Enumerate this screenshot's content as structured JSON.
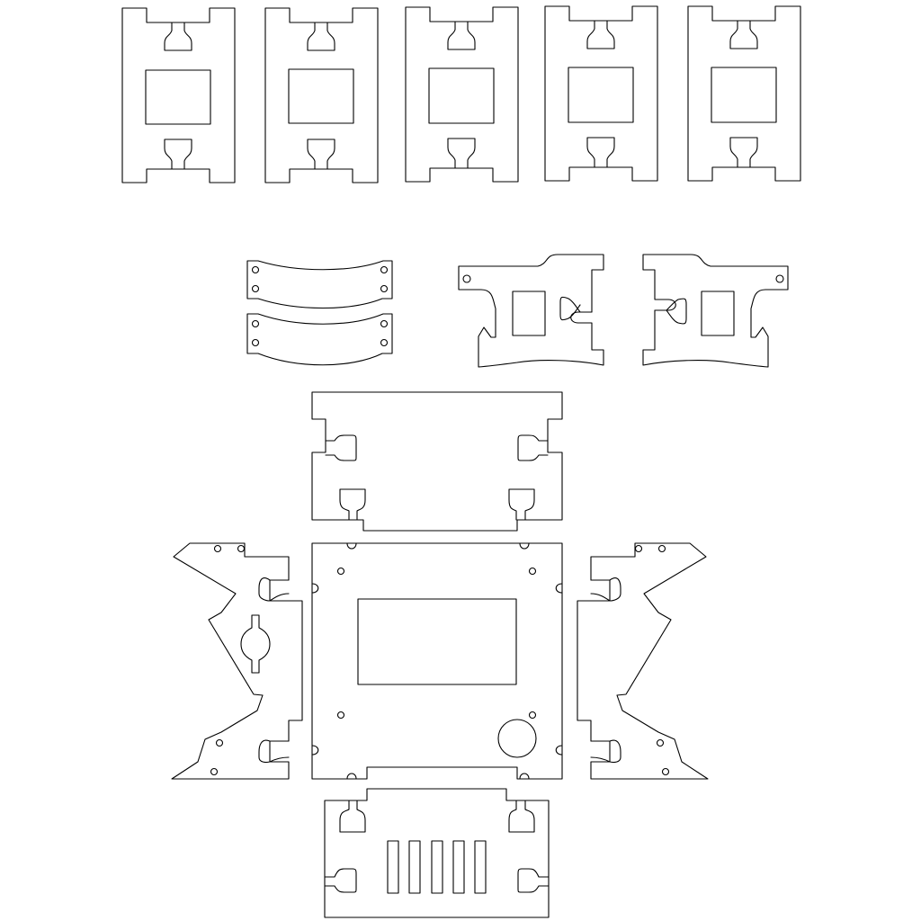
{
  "drawing": {
    "background": "#ffffff",
    "line_color": "#000000",
    "line_width": 1.1,
    "part_groups": [
      {
        "name": "side-plates",
        "count": 5
      },
      {
        "name": "curved-straps",
        "count": 2
      },
      {
        "name": "motor-brackets",
        "count": 2
      },
      {
        "name": "top-plate",
        "count": 1
      },
      {
        "name": "side-triangles",
        "count": 2
      },
      {
        "name": "base-plate",
        "count": 1
      },
      {
        "name": "front-vent-plate",
        "count": 1
      }
    ]
  }
}
